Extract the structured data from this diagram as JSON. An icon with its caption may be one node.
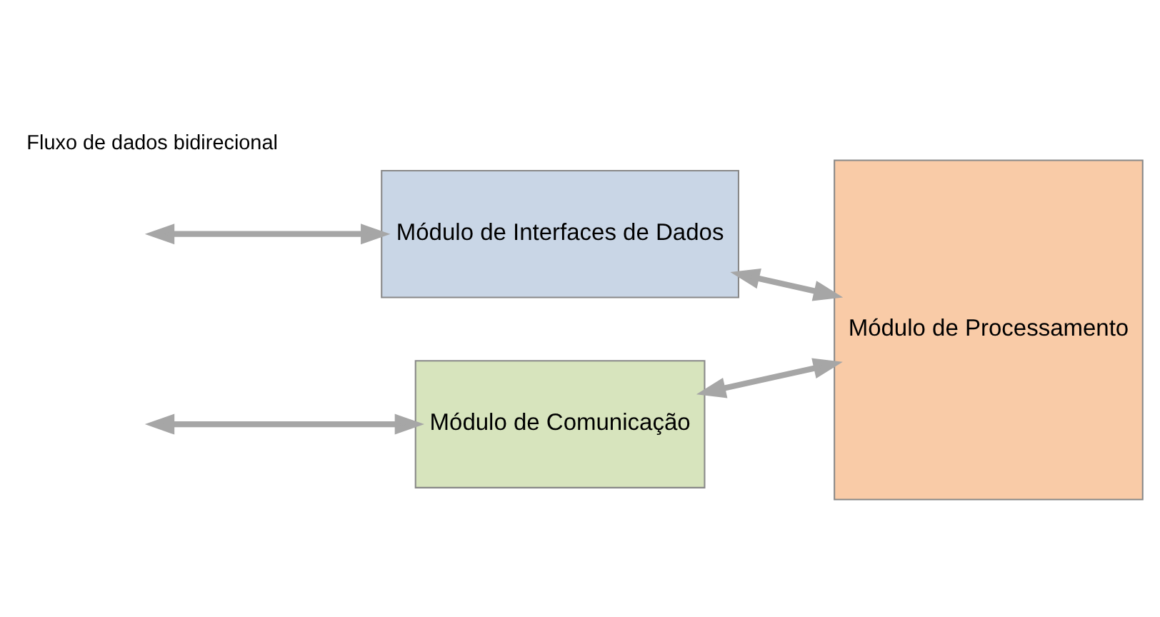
{
  "diagram": {
    "nodes": [
      {
        "text": [
          "Módulo de Comunicação"
        ]
      },
      {
        "text": [
          "Módulo de Interfaces de Dados"
        ]
      },
      {
        "text": [
          "Módulo de Processamento"
        ]
      }
    ],
    "edges": [
      {
        "from": null,
        "to": 0,
        "arrow": "both"
      },
      {
        "from": 0,
        "to": 2,
        "arrow": "both"
      },
      {
        "from": null,
        "to": 1,
        "arrow": "both"
      },
      {
        "from": 1,
        "to": 2,
        "arrow": "both"
      }
    ],
    "legend": [
      {
        "text": "Fluxo de dados bidirecional"
      }
    ]
  }
}
